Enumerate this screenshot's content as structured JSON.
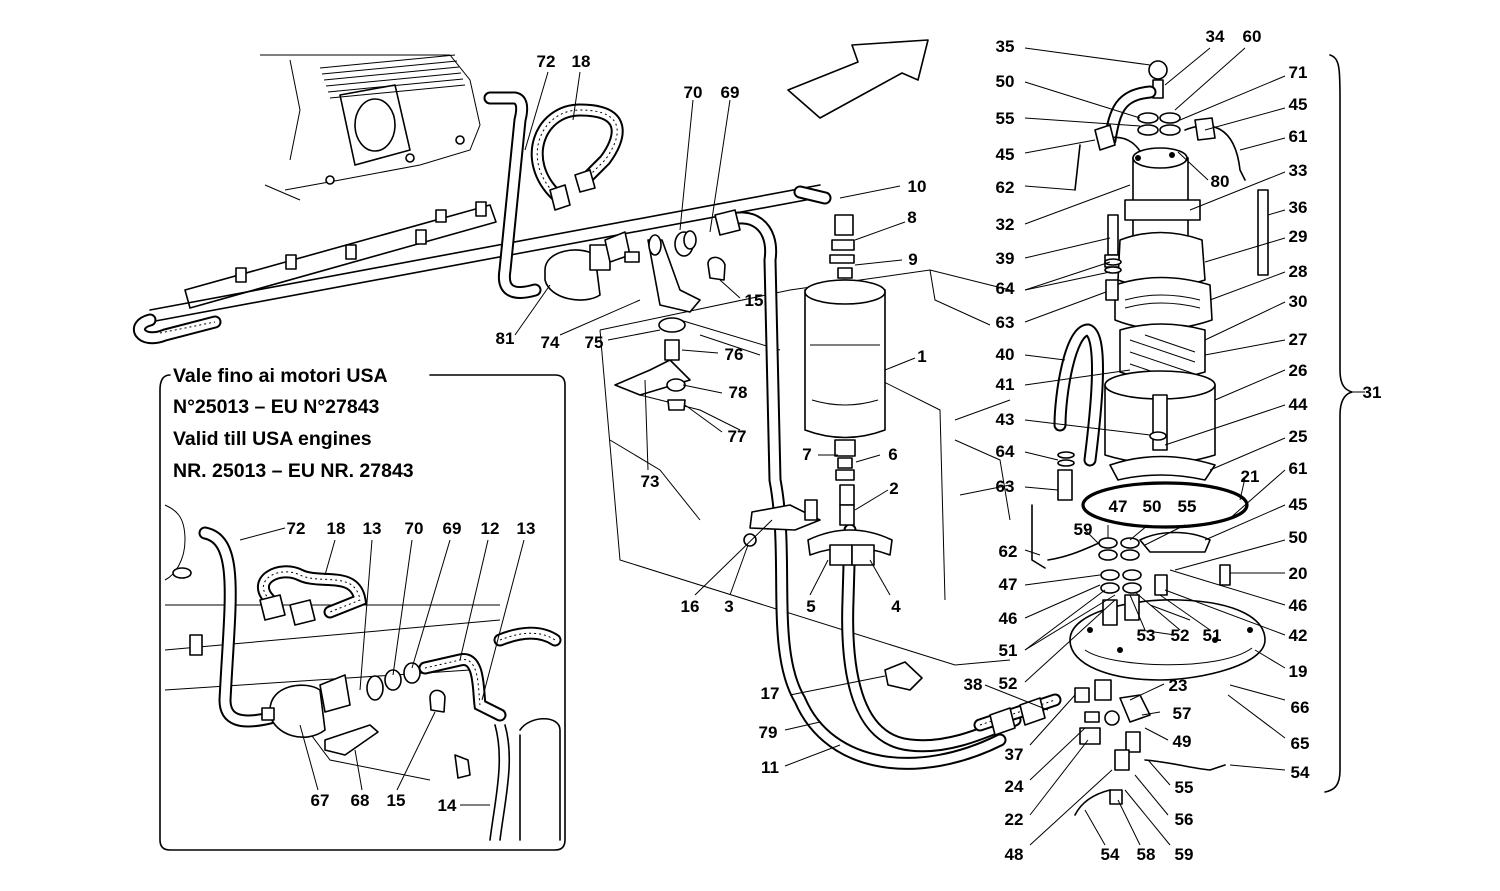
{
  "note": {
    "line1": "Vale fino ai motori USA",
    "line2": "N°25013 – EU N°27843",
    "line3": "Valid till USA engines",
    "line4": "NR. 25013 – EU NR. 27843"
  },
  "labels": [
    {
      "id": "l72a",
      "text": "72"
    },
    {
      "id": "l18a",
      "text": "18"
    },
    {
      "id": "l70a",
      "text": "70"
    },
    {
      "id": "l69a",
      "text": "69"
    },
    {
      "id": "l10",
      "text": "10"
    },
    {
      "id": "l8",
      "text": "8"
    },
    {
      "id": "l9",
      "text": "9"
    },
    {
      "id": "l15a",
      "text": "15"
    },
    {
      "id": "l81",
      "text": "81"
    },
    {
      "id": "l74",
      "text": "74"
    },
    {
      "id": "l75",
      "text": "75"
    },
    {
      "id": "l76",
      "text": "76"
    },
    {
      "id": "l78",
      "text": "78"
    },
    {
      "id": "l77",
      "text": "77"
    },
    {
      "id": "l73",
      "text": "73"
    },
    {
      "id": "l1",
      "text": "1"
    },
    {
      "id": "l7",
      "text": "7"
    },
    {
      "id": "l6",
      "text": "6"
    },
    {
      "id": "l2",
      "text": "2"
    },
    {
      "id": "l16",
      "text": "16"
    },
    {
      "id": "l3",
      "text": "3"
    },
    {
      "id": "l5",
      "text": "5"
    },
    {
      "id": "l4",
      "text": "4"
    },
    {
      "id": "l17",
      "text": "17"
    },
    {
      "id": "l79",
      "text": "79"
    },
    {
      "id": "l11",
      "text": "11"
    },
    {
      "id": "l38",
      "text": "38"
    },
    {
      "id": "l37",
      "text": "37"
    },
    {
      "id": "l24",
      "text": "24"
    },
    {
      "id": "l22",
      "text": "22"
    },
    {
      "id": "l48",
      "text": "48"
    },
    {
      "id": "l54a",
      "text": "54"
    },
    {
      "id": "l58",
      "text": "58"
    },
    {
      "id": "l59a",
      "text": "59"
    },
    {
      "id": "l56",
      "text": "56"
    },
    {
      "id": "l55a",
      "text": "55"
    },
    {
      "id": "l49",
      "text": "49"
    },
    {
      "id": "l57",
      "text": "57"
    },
    {
      "id": "l23",
      "text": "23"
    },
    {
      "id": "l54b",
      "text": "54"
    },
    {
      "id": "l35",
      "text": "35"
    },
    {
      "id": "l34",
      "text": "34"
    },
    {
      "id": "l60",
      "text": "60"
    },
    {
      "id": "l50a",
      "text": "50"
    },
    {
      "id": "l71",
      "text": "71"
    },
    {
      "id": "l55b",
      "text": "55"
    },
    {
      "id": "l45a",
      "text": "45"
    },
    {
      "id": "l45b",
      "text": "45"
    },
    {
      "id": "l61a",
      "text": "61"
    },
    {
      "id": "l62a",
      "text": "62"
    },
    {
      "id": "l33",
      "text": "33"
    },
    {
      "id": "l80",
      "text": "80"
    },
    {
      "id": "l32",
      "text": "32"
    },
    {
      "id": "l36",
      "text": "36"
    },
    {
      "id": "l39",
      "text": "39"
    },
    {
      "id": "l29",
      "text": "29"
    },
    {
      "id": "l64a",
      "text": "64"
    },
    {
      "id": "l28",
      "text": "28"
    },
    {
      "id": "l63a",
      "text": "63"
    },
    {
      "id": "l30",
      "text": "30"
    },
    {
      "id": "l40",
      "text": "40"
    },
    {
      "id": "l27",
      "text": "27"
    },
    {
      "id": "l26",
      "text": "26"
    },
    {
      "id": "l41",
      "text": "41"
    },
    {
      "id": "l43",
      "text": "43"
    },
    {
      "id": "l44",
      "text": "44"
    },
    {
      "id": "l64b",
      "text": "64"
    },
    {
      "id": "l25",
      "text": "25"
    },
    {
      "id": "l21",
      "text": "21"
    },
    {
      "id": "l63b",
      "text": "63"
    },
    {
      "id": "l61b",
      "text": "61"
    },
    {
      "id": "l47a",
      "text": "47"
    },
    {
      "id": "l50b",
      "text": "50"
    },
    {
      "id": "l55c",
      "text": "55"
    },
    {
      "id": "l45c",
      "text": "45"
    },
    {
      "id": "l59b",
      "text": "59"
    },
    {
      "id": "l31",
      "text": "31"
    },
    {
      "id": "l62b",
      "text": "62"
    },
    {
      "id": "l50c",
      "text": "50"
    },
    {
      "id": "l47b",
      "text": "47"
    },
    {
      "id": "l20",
      "text": "20"
    },
    {
      "id": "l46a",
      "text": "46"
    },
    {
      "id": "l46b",
      "text": "46"
    },
    {
      "id": "l51a",
      "text": "51"
    },
    {
      "id": "l53",
      "text": "53"
    },
    {
      "id": "l52a",
      "text": "52"
    },
    {
      "id": "l51b",
      "text": "51"
    },
    {
      "id": "l42",
      "text": "42"
    },
    {
      "id": "l52b",
      "text": "52"
    },
    {
      "id": "l19",
      "text": "19"
    },
    {
      "id": "l66",
      "text": "66"
    },
    {
      "id": "l65",
      "text": "65"
    },
    {
      "id": "i72",
      "text": "72"
    },
    {
      "id": "i18",
      "text": "18"
    },
    {
      "id": "i13a",
      "text": "13"
    },
    {
      "id": "i70",
      "text": "70"
    },
    {
      "id": "i69",
      "text": "69"
    },
    {
      "id": "i12",
      "text": "12"
    },
    {
      "id": "i13b",
      "text": "13"
    },
    {
      "id": "i67",
      "text": "67"
    },
    {
      "id": "i68",
      "text": "68"
    },
    {
      "id": "i15",
      "text": "15"
    },
    {
      "id": "i14",
      "text": "14"
    }
  ]
}
